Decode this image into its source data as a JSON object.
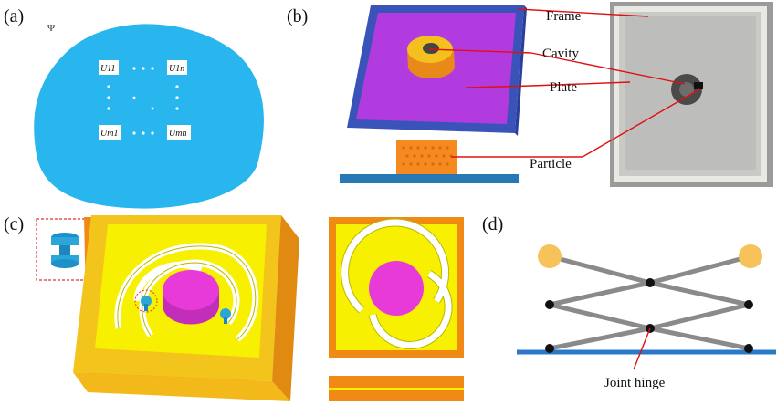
{
  "panels": {
    "a": {
      "label": "(a)",
      "psi": "Ψ",
      "cells": {
        "top_left": "U11",
        "top_right": "U1n",
        "bottom_left": "Um1",
        "bottom_right": "Umn"
      },
      "dots": "· · ·",
      "colors": {
        "blob": "#29b6ee"
      }
    },
    "b": {
      "label": "(b)",
      "callouts": {
        "frame": "Frame",
        "cavity": "Cavity",
        "plate": "Plate",
        "particle": "Particle"
      },
      "colors": {
        "plate": "#b23be0",
        "frame": "#3a53b8",
        "cavity": "#f4a523",
        "particle": "#f58a20",
        "base": "#2779b6",
        "leader": "#e01010"
      }
    },
    "c": {
      "label": "(c)",
      "colors": {
        "frame": "#f3c41c",
        "inner": "#f7f000",
        "disk": "#e73ad8",
        "side": "#f08a14",
        "hinge": "#2aa6d9",
        "zoom_box": "#d33"
      }
    },
    "d": {
      "label": "(d)",
      "annotation": "Joint hinge",
      "colors": {
        "bar": "#8a8a8a",
        "joint": "#111111",
        "end": "#f7c25a",
        "ground": "#2b78c8",
        "leader": "#e01010"
      }
    }
  }
}
